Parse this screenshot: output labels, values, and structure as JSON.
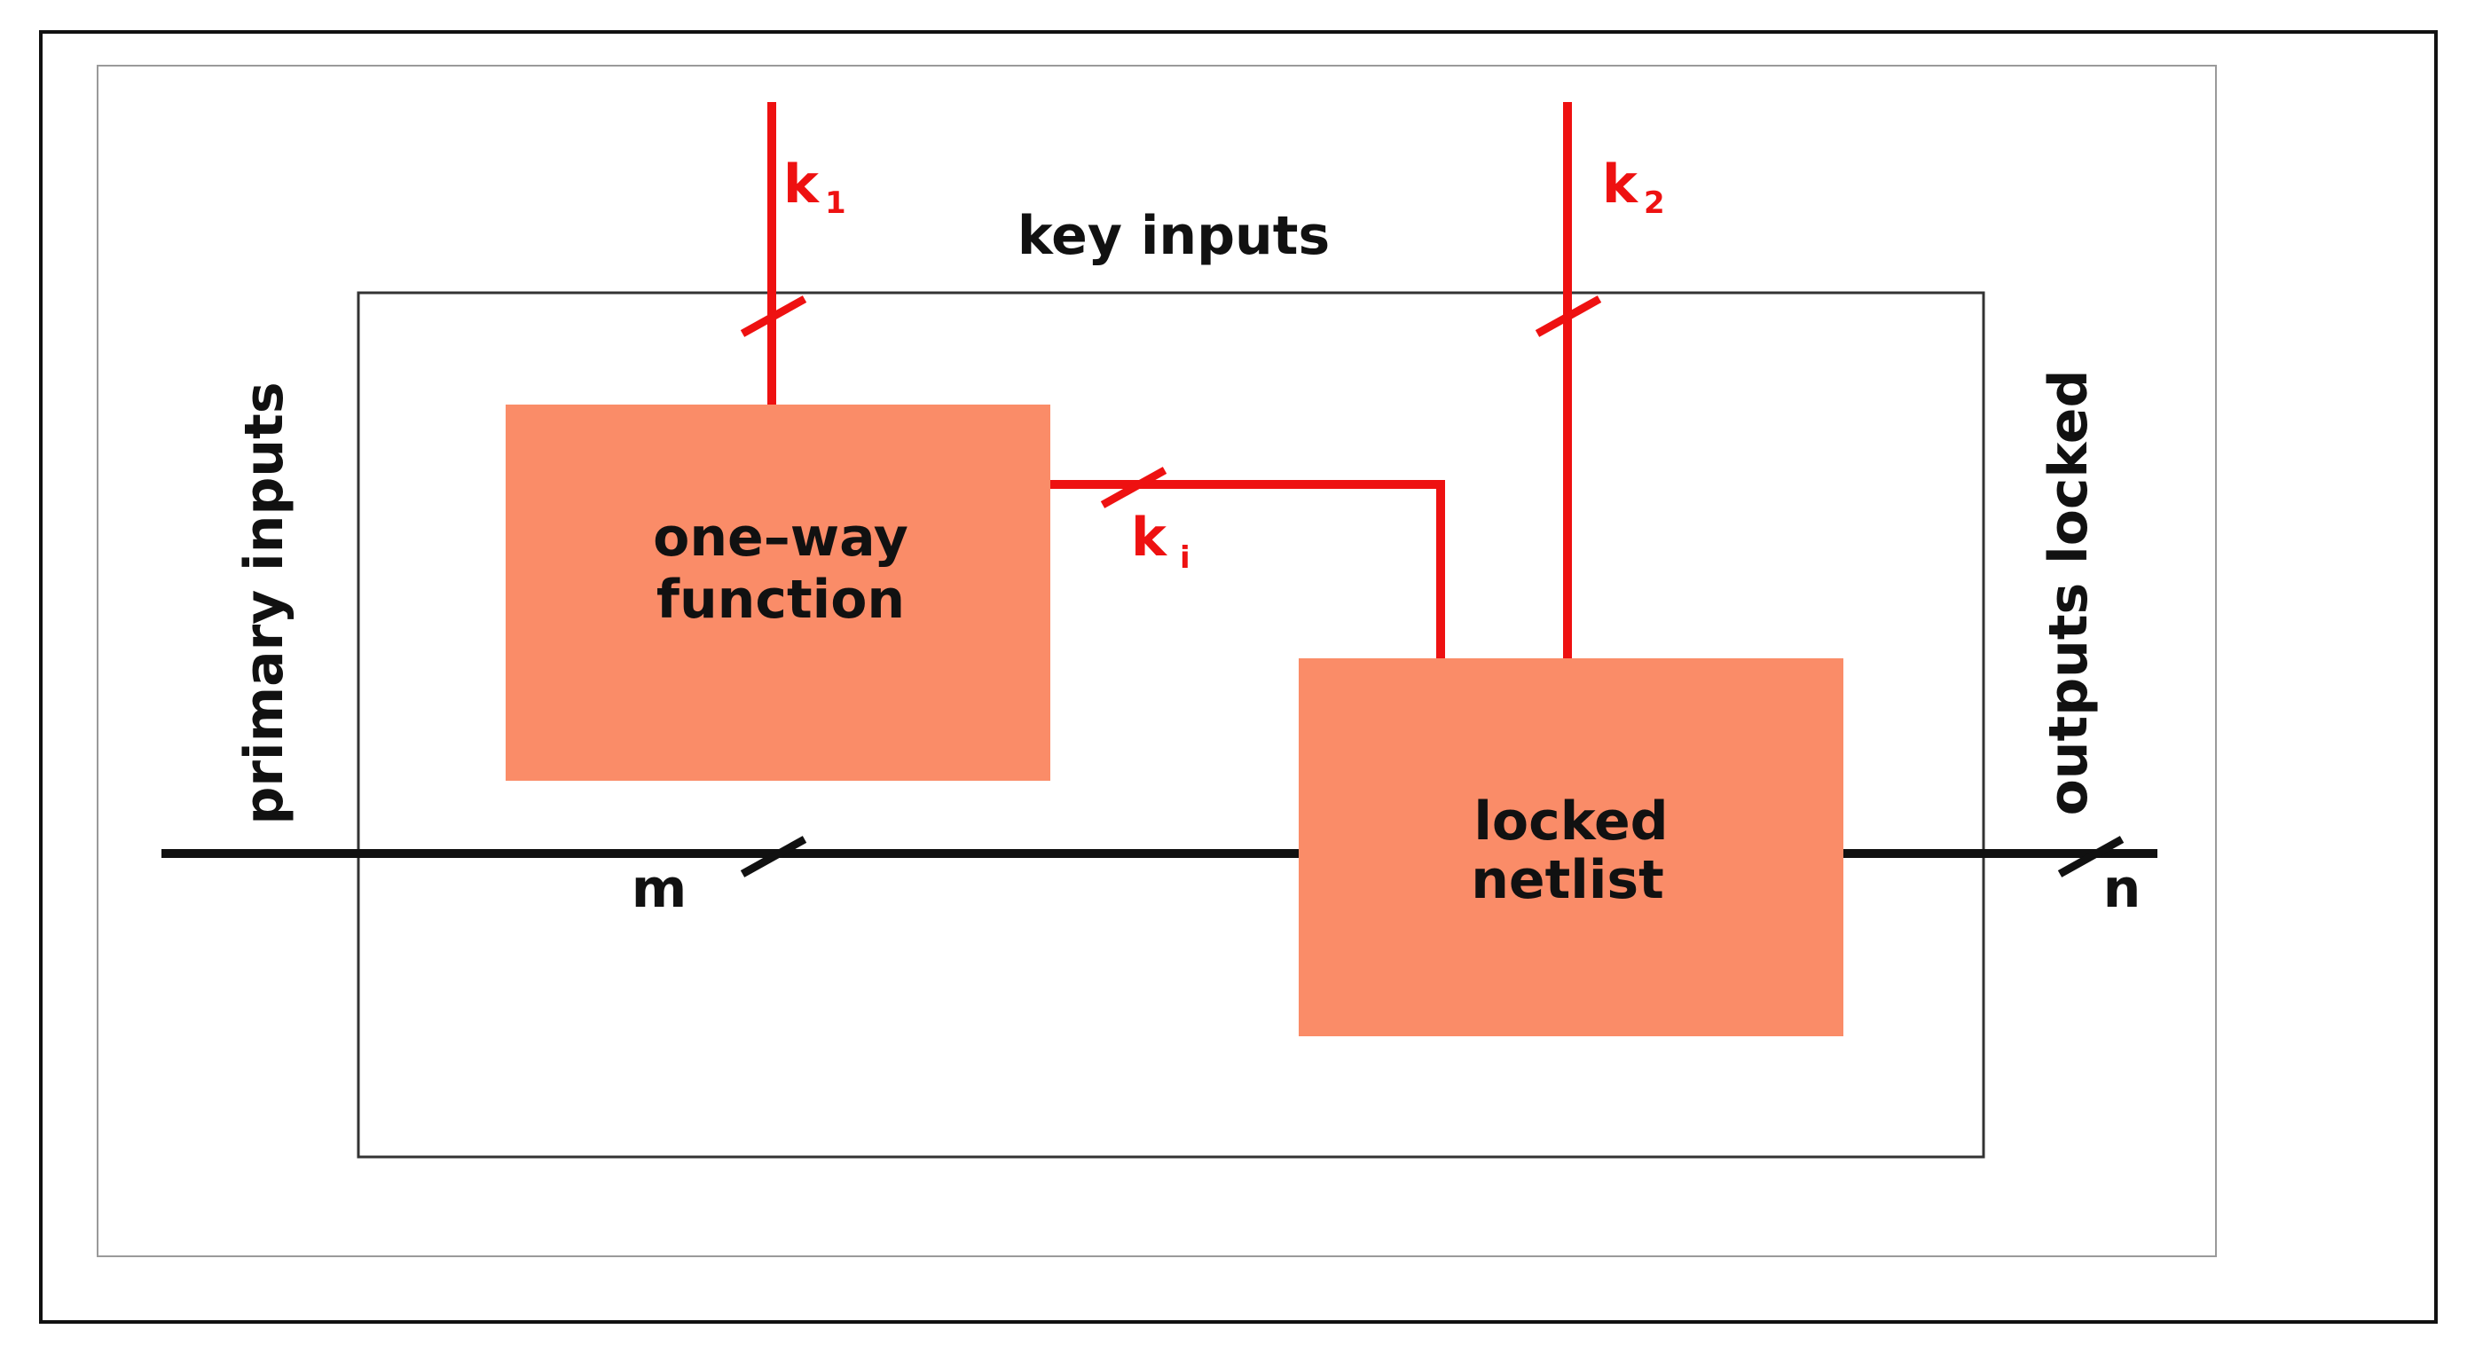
{
  "labels": {
    "key_inputs": "key inputs",
    "primary_inputs": "primary inputs",
    "outputs_locked": "outputs locked",
    "m": "m",
    "n": "n",
    "k1_base": "k",
    "k1_sub": "1",
    "k2_base": "k",
    "k2_sub": "2",
    "ki_base": "k",
    "ki_sub": "i"
  },
  "blocks": {
    "one_way_function": {
      "line1": "one–way",
      "line2": "function"
    },
    "locked_netlist": {
      "line1": "locked",
      "line2": "netlist"
    }
  },
  "colors": {
    "key_wire": "#ee1111",
    "data_wire": "#111111",
    "block_fill": "#fa8c68",
    "frame": "#111111"
  }
}
